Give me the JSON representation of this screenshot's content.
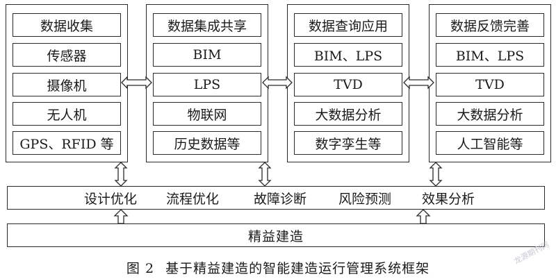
{
  "columns": [
    {
      "header": "数据收集",
      "items": [
        "传感器",
        "摄像机",
        "无人机",
        "GPS、RFID 等"
      ]
    },
    {
      "header": "数据集成共享",
      "items": [
        "BIM",
        "LPS",
        "物联网",
        "历史数据等"
      ]
    },
    {
      "header": "数据查询应用",
      "items": [
        "BIM、LPS",
        "TVD",
        "大数据分析",
        "数字孪生等"
      ]
    },
    {
      "header": "数据反馈完善",
      "items": [
        "BIM、LPS",
        "TVD",
        "大数据分析",
        "人工智能等"
      ]
    }
  ],
  "optimization_bar": {
    "items": [
      "设计优化",
      "流程优化",
      "故障诊断",
      "风险预测",
      "效果分析"
    ]
  },
  "base_bar": {
    "label": "精益建造"
  },
  "caption": {
    "number": "图 2",
    "title": "基于精益建造的智能建造运行管理系统框架"
  },
  "watermark": "龙源期刊网"
}
